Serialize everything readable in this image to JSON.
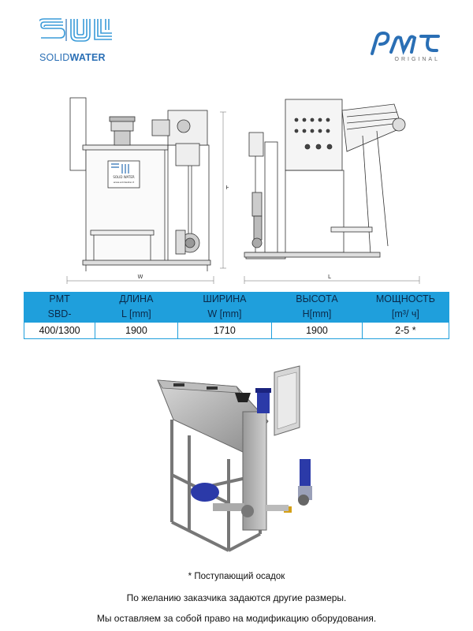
{
  "brand_left": {
    "text_regular": "SOLID",
    "text_bold": "WATER",
    "color": "#2a6fb5"
  },
  "brand_right": {
    "text": "PMT",
    "subtext": "ORIGINAL",
    "color": "#2a6fb5"
  },
  "drawing_labels": {
    "width": "W",
    "height": "H",
    "length": "L",
    "plate_line1": "SOLID WATER",
    "plate_line2": "www.solidwater.it"
  },
  "table": {
    "header_row1": [
      "PMT",
      "ДЛИНА",
      "ШИРИНА",
      "ВЫСОТА",
      "МОЩНОСТЬ"
    ],
    "header_row2": [
      "SBD-",
      "L [mm]",
      "W [mm]",
      "H[mm]",
      "[m³/ ч]"
    ],
    "rows": [
      [
        "400/1300",
        "1900",
        "1710",
        "1900",
        "2-5 *"
      ]
    ],
    "header_color": "#1f9fdc"
  },
  "footnotes": {
    "asterisk": "* Поступающий осадок",
    "line1": "По желанию заказчика задаются другие размеры.",
    "line2": "Мы оставляем за собой право на модификацию оборудования."
  }
}
